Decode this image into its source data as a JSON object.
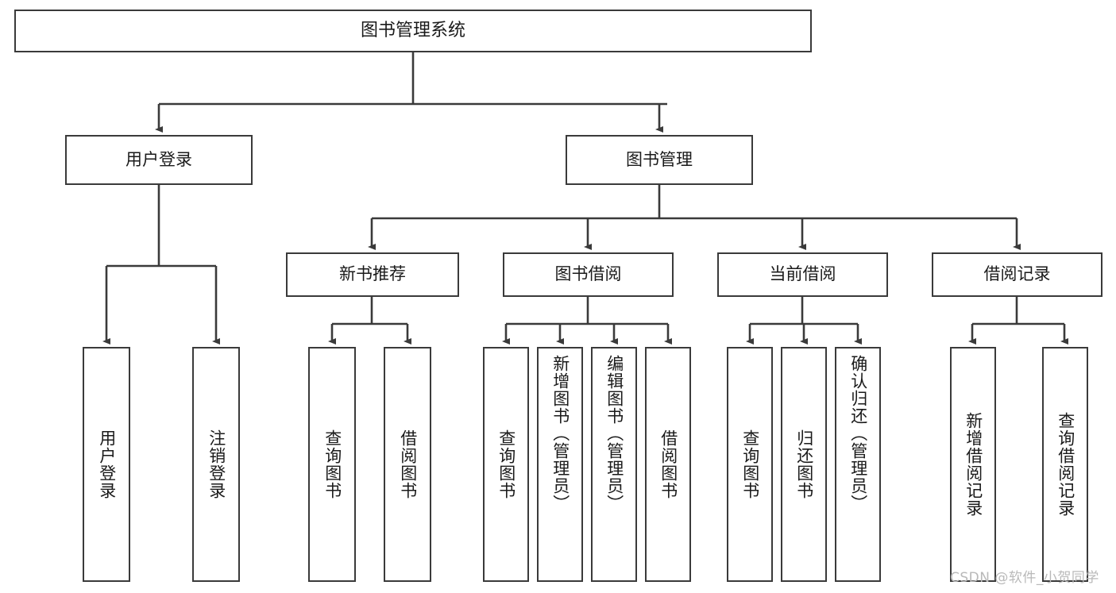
{
  "diagram": {
    "title": "图书管理系统",
    "type": "tree",
    "colors": {
      "background": "#ffffff",
      "box_stroke": "#3a3a3a",
      "box_fill": "#ffffff",
      "connector": "#3a3a3a",
      "text": "#1a1a1a",
      "watermark": "#b9b9b9"
    },
    "root": {
      "label": "图书管理系统",
      "orientation": "horizontal"
    },
    "level2": [
      {
        "label": "用户登录",
        "orientation": "horizontal"
      },
      {
        "label": "图书管理",
        "orientation": "horizontal"
      }
    ],
    "level3": [
      {
        "label": "新书推荐",
        "orientation": "horizontal"
      },
      {
        "label": "图书借阅",
        "orientation": "horizontal"
      },
      {
        "label": "当前借阅",
        "orientation": "horizontal"
      },
      {
        "label": "借阅记录",
        "orientation": "horizontal"
      }
    ],
    "leaves": {
      "user_login": [
        {
          "label": "用户登录",
          "orientation": "vertical"
        },
        {
          "label": "注销登录",
          "orientation": "vertical"
        }
      ],
      "new_book_recommend": [
        {
          "label": "查询图书",
          "orientation": "vertical"
        },
        {
          "label": "借阅图书",
          "orientation": "vertical"
        }
      ],
      "book_borrow": [
        {
          "label": "查询图书",
          "orientation": "vertical"
        },
        {
          "label": "新增图书（管理员）",
          "orientation": "vertical"
        },
        {
          "label": "编辑图书（管理员）",
          "orientation": "vertical"
        },
        {
          "label": "借阅图书",
          "orientation": "vertical"
        }
      ],
      "current_borrow": [
        {
          "label": "查询图书",
          "orientation": "vertical"
        },
        {
          "label": "归还图书",
          "orientation": "vertical"
        },
        {
          "label": "确认归还（管理员）",
          "orientation": "vertical"
        }
      ],
      "borrow_record": [
        {
          "label": "新增借阅记录",
          "orientation": "vertical"
        },
        {
          "label": "查询借阅记录",
          "orientation": "vertical"
        }
      ]
    },
    "watermark": "CSDN @软件_小贺同学"
  }
}
